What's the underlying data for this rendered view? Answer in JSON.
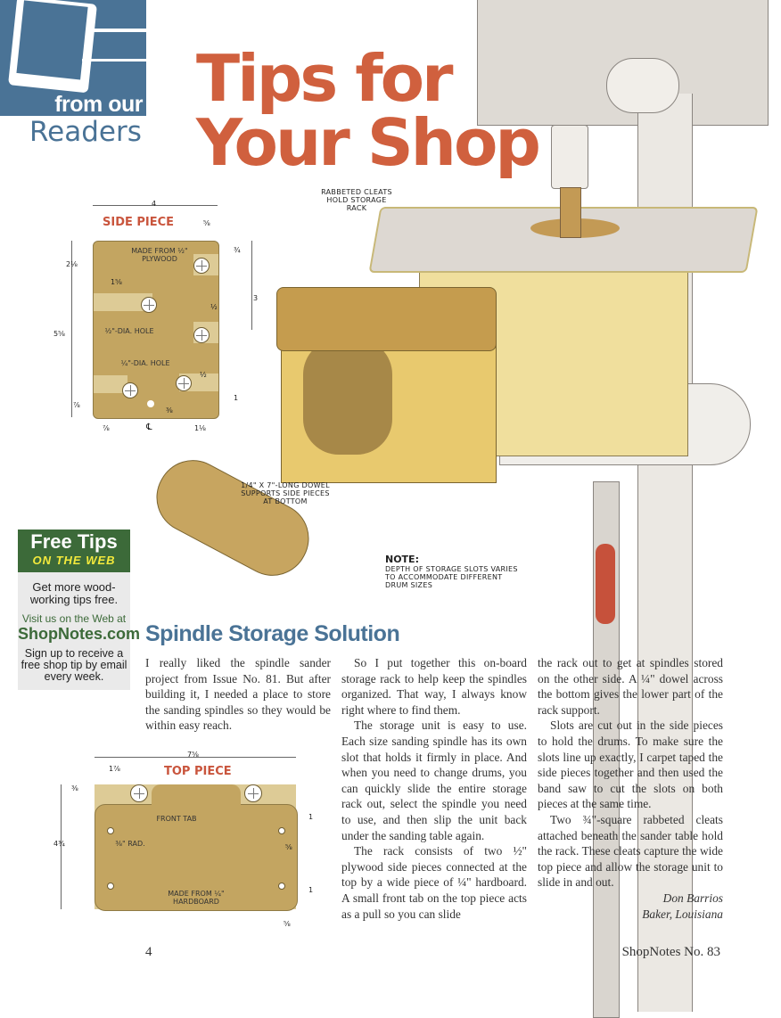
{
  "header": {
    "logo_from": "from our",
    "logo_readers": "Readers",
    "title_line1": "Tips for",
    "title_line2": "Your Shop"
  },
  "illustration": {
    "callout_cleats": "Rabbeted cleats hold storage rack",
    "callout_dowel": "1/4\" x 7\"-long dowel supports side pieces at bottom",
    "note_heading": "NOTE:",
    "note_text": "Depth of storage slots varies to accommodate different drum sizes"
  },
  "side_piece": {
    "label": "SIDE PIECE",
    "material": "MADE FROM ½\" PLYWOOD",
    "hole_half": "½\"-DIA. HOLE",
    "hole_quarter": "¼\"-DIA. HOLE",
    "dims": {
      "width": "4",
      "height": "5⅝",
      "top_left_depth": "2⅛",
      "slot_left": "1⅝",
      "top_right_offset": "⅝",
      "top_right_drop": "¾",
      "right_span": "3",
      "mid_right": "½",
      "lower_right_slot": "½",
      "lower_right_rise": "1",
      "bottom_left_rise": "⅞",
      "bottom_left": "⅞",
      "center_mark": "℄",
      "center_hole": "⅜",
      "bottom_right": "1⅛"
    }
  },
  "top_piece": {
    "label": "TOP PIECE",
    "front_tab": "FRONT TAB",
    "radius": "⅜\" RAD.",
    "material": "MADE FROM ¼\" HARDBOARD",
    "dims": {
      "width": "7⅝",
      "tab_offset": "1⅞",
      "top_drop": "⅜",
      "height": "4¾",
      "right_top": "1",
      "right_inset": "⅝",
      "right_bottom": "1",
      "bottom_inset": "⅝"
    }
  },
  "sidebar": {
    "title": "Free Tips",
    "subtitle": "ON THE WEB",
    "line1": "Get more wood-working tips free.",
    "line2": "Visit us on the Web at",
    "site": "ShopNotes.com",
    "line3": "Sign up to receive a free shop tip by email every week."
  },
  "article": {
    "headline": "Spindle Storage Solution",
    "p1": "I really liked the spindle sander project from Issue No. 81. But after building it, I needed a place to store the sanding spindles so they would be within easy reach.",
    "p2": "So I put together this on-board storage rack to help keep the spindles organized. That way, I always know right where to find them.",
    "p3": "The storage unit is easy to use. Each size sanding spindle has its own slot that holds it firmly in place. And when you need to change drums, you can quickly slide the entire storage rack out, select the spindle you need to use, and then slip the unit back under the sanding table again.",
    "p4": "The rack consists of two ½\" plywood side pieces connected at the top by a wide piece of ¼\" hardboard. A small front tab on the top piece acts as a pull so you can slide the rack out to get at spindles stored on the other side. A ¼\" dowel across the bottom gives the lower part of the rack support.",
    "p4a": "The rack consists of two ½\" plywood side pieces connected at the top by a wide piece of ¼\" hardboard. A small front tab on the top piece acts as a pull so you can slide",
    "p4b": "the rack out to get at spindles stored on the other side. A ¼\" dowel across the bottom gives the lower part of the rack support.",
    "p5": "Slots are cut out in the side pieces to hold the drums. To make sure the slots line up exactly, I carpet taped the side pieces together and then used the band saw to cut the slots on both pieces at the same time.",
    "p6": "Two ¾\"-square rabbeted cleats attached beneath the sander table hold the rack. These cleats capture the wide top piece and allow the storage unit to slide in and out.",
    "author": "Don Barrios",
    "location": "Baker, Louisiana"
  },
  "footer": {
    "page_number": "4",
    "issue": "ShopNotes No. 83"
  },
  "colors": {
    "brand_blue": "#4a7396",
    "title_red": "#d0603e",
    "sidebar_green": "#3c6a39",
    "sidebar_yellow": "#f4ea3c",
    "wood": "#c3a561"
  }
}
